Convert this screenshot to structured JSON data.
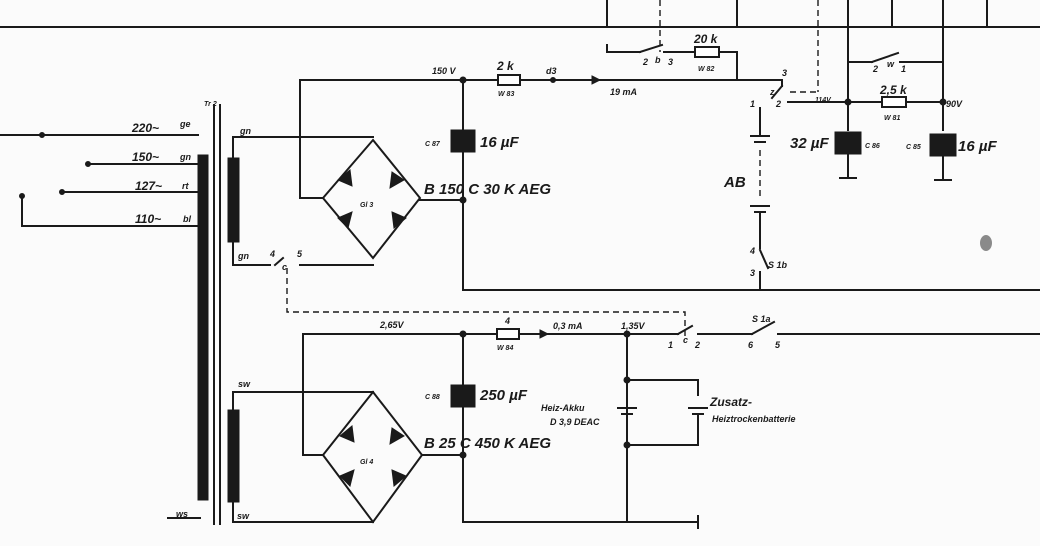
{
  "transformer": {
    "ref": "Tr 2",
    "taps": [
      {
        "voltage": "220~",
        "color": "ge"
      },
      {
        "voltage": "150~",
        "color": "gn"
      },
      {
        "voltage": "127~",
        "color": "rt"
      },
      {
        "voltage": "110~",
        "color": "bl"
      }
    ],
    "common": "ws",
    "secondary_upper": {
      "top": "gn",
      "bottom": "gn"
    },
    "secondary_lower": {
      "top": "sw",
      "bottom": "sw"
    }
  },
  "upper_supply": {
    "rectifier_ref": "Gl 3",
    "rectifier_type": "B 150 C 30 K AEG",
    "rail_voltage": "150 V",
    "filter_cap_ref": "C 87",
    "filter_cap_value": "16 µF",
    "series_resistor": {
      "value": "2 k",
      "ref": "W 83"
    },
    "node": "d3",
    "current": "19 mA",
    "preset": {
      "value": "20 k",
      "ref": "W 82",
      "pins": [
        "2",
        "b",
        "3"
      ]
    },
    "node_voltage": "114V",
    "resistor_2": {
      "value": "2,5 k",
      "ref": "W 81"
    },
    "output_voltage": "90V",
    "cap_a": {
      "value": "32 µF",
      "ref": "C 86"
    },
    "cap_b": {
      "ref": "C 85",
      "value": "16 µF"
    },
    "switch_w_pins": [
      "2",
      "w",
      "1"
    ],
    "anode_battery": "AB",
    "contact_labels": {
      "three_top": "3",
      "z": "z",
      "two": "2",
      "one": "1",
      "four": "4",
      "s1b": "S 1b",
      "three_bottom": "3"
    }
  },
  "lower_supply": {
    "rectifier_ref": "Gl 4",
    "rectifier_type": "B 25 C 450 K AEG",
    "rail_voltage": "2,65V",
    "filter_cap_ref": "C 88",
    "filter_cap_value": "250 µF",
    "resistor": {
      "value": "4",
      "ref": "W 84"
    },
    "current": "0,3 mA",
    "output_voltage": "1,35V",
    "contact_labels": {
      "one": "1",
      "c": "c",
      "two": "2",
      "six": "6",
      "five": "5",
      "s1a": "S 1a"
    },
    "accumulator": {
      "line1": "Heiz-Akku",
      "line2": "D 3,9 DEAC"
    },
    "extra_battery": {
      "line1": "Zusatz-",
      "line2": "Heiztrockenbatterie"
    }
  },
  "link_labels": {
    "four": "4",
    "c": "c",
    "five": "5"
  }
}
